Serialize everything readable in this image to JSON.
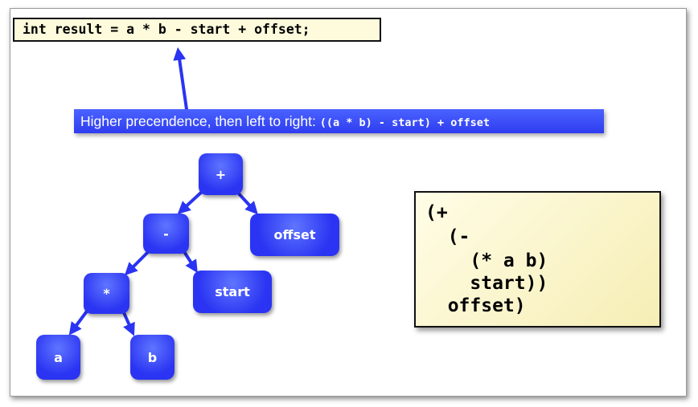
{
  "code": {
    "statement": "int result = a * b - start + offset;"
  },
  "banner": {
    "text": "Higher precendence, then left to right: ",
    "expr": "((a * b) - start) + offset"
  },
  "tree": {
    "nodes": {
      "plus": "+",
      "minus": "-",
      "offset": "offset",
      "times": "*",
      "start": "start",
      "a": "a",
      "b": "b"
    }
  },
  "lisp": {
    "lines": [
      "(+",
      "  (-",
      "    (* a b)",
      "    start))",
      "  offset)"
    ]
  },
  "colors": {
    "node_blue": "#2f3cf0",
    "code_bg": "#fdfbdc",
    "lisp_bg": "#f8f1c0"
  }
}
